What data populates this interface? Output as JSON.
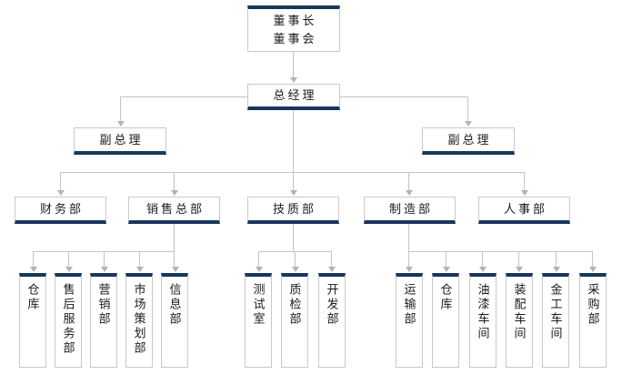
{
  "colors": {
    "accent": "#17375e",
    "box_border": "#c9c9c9",
    "line": "#c3c3c3",
    "arrow": "#b3b3b3",
    "text": "#1a1a1a",
    "background": "#ffffff"
  },
  "org": {
    "root": {
      "line1": "董事长",
      "line2": "董事会"
    },
    "general_manager": {
      "label": "总经理"
    },
    "deputies": [
      {
        "label": "副总理"
      },
      {
        "label": "副总理"
      }
    ],
    "departments": [
      {
        "label": "财务部"
      },
      {
        "label": "销售总部"
      },
      {
        "label": "技质部"
      },
      {
        "label": "制造部"
      },
      {
        "label": "人事部"
      }
    ],
    "sales_children": [
      {
        "label": "仓库"
      },
      {
        "label": "售后服务部"
      },
      {
        "label": "营销部"
      },
      {
        "label": "市场策划部"
      },
      {
        "label": "信息部"
      }
    ],
    "tech_children": [
      {
        "label": "测试室"
      },
      {
        "label": "质检部"
      },
      {
        "label": "开发部"
      }
    ],
    "manufacturing_children": [
      {
        "label": "运输部"
      },
      {
        "label": "仓库"
      },
      {
        "label": "油漆车间"
      },
      {
        "label": "装配车间"
      },
      {
        "label": "金工车间"
      },
      {
        "label": "采购部"
      }
    ]
  }
}
